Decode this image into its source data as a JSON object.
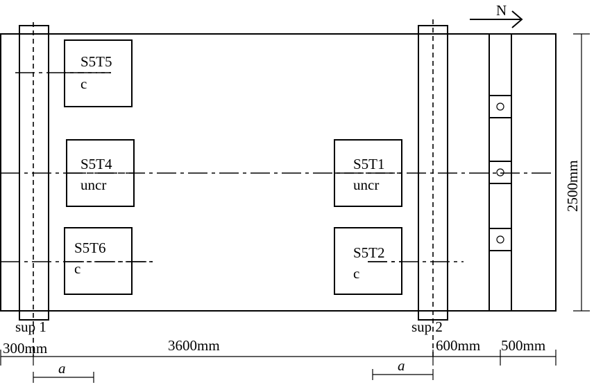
{
  "north": "N",
  "slab_width_label": "2500mm",
  "supports": {
    "sup1": "sup 1",
    "sup2": "sup 2"
  },
  "dimensions": {
    "left_overhang": "300mm",
    "span": "3600mm",
    "right_gap": "600mm",
    "right_end": "500mm",
    "a": "a"
  },
  "specimens": [
    {
      "id": "S5T5",
      "state": "c"
    },
    {
      "id": "S5T4",
      "state": "uncr"
    },
    {
      "id": "S5T6",
      "state": "c"
    },
    {
      "id": "S5T1",
      "state": "uncr"
    },
    {
      "id": "S5T2",
      "state": "c"
    }
  ]
}
